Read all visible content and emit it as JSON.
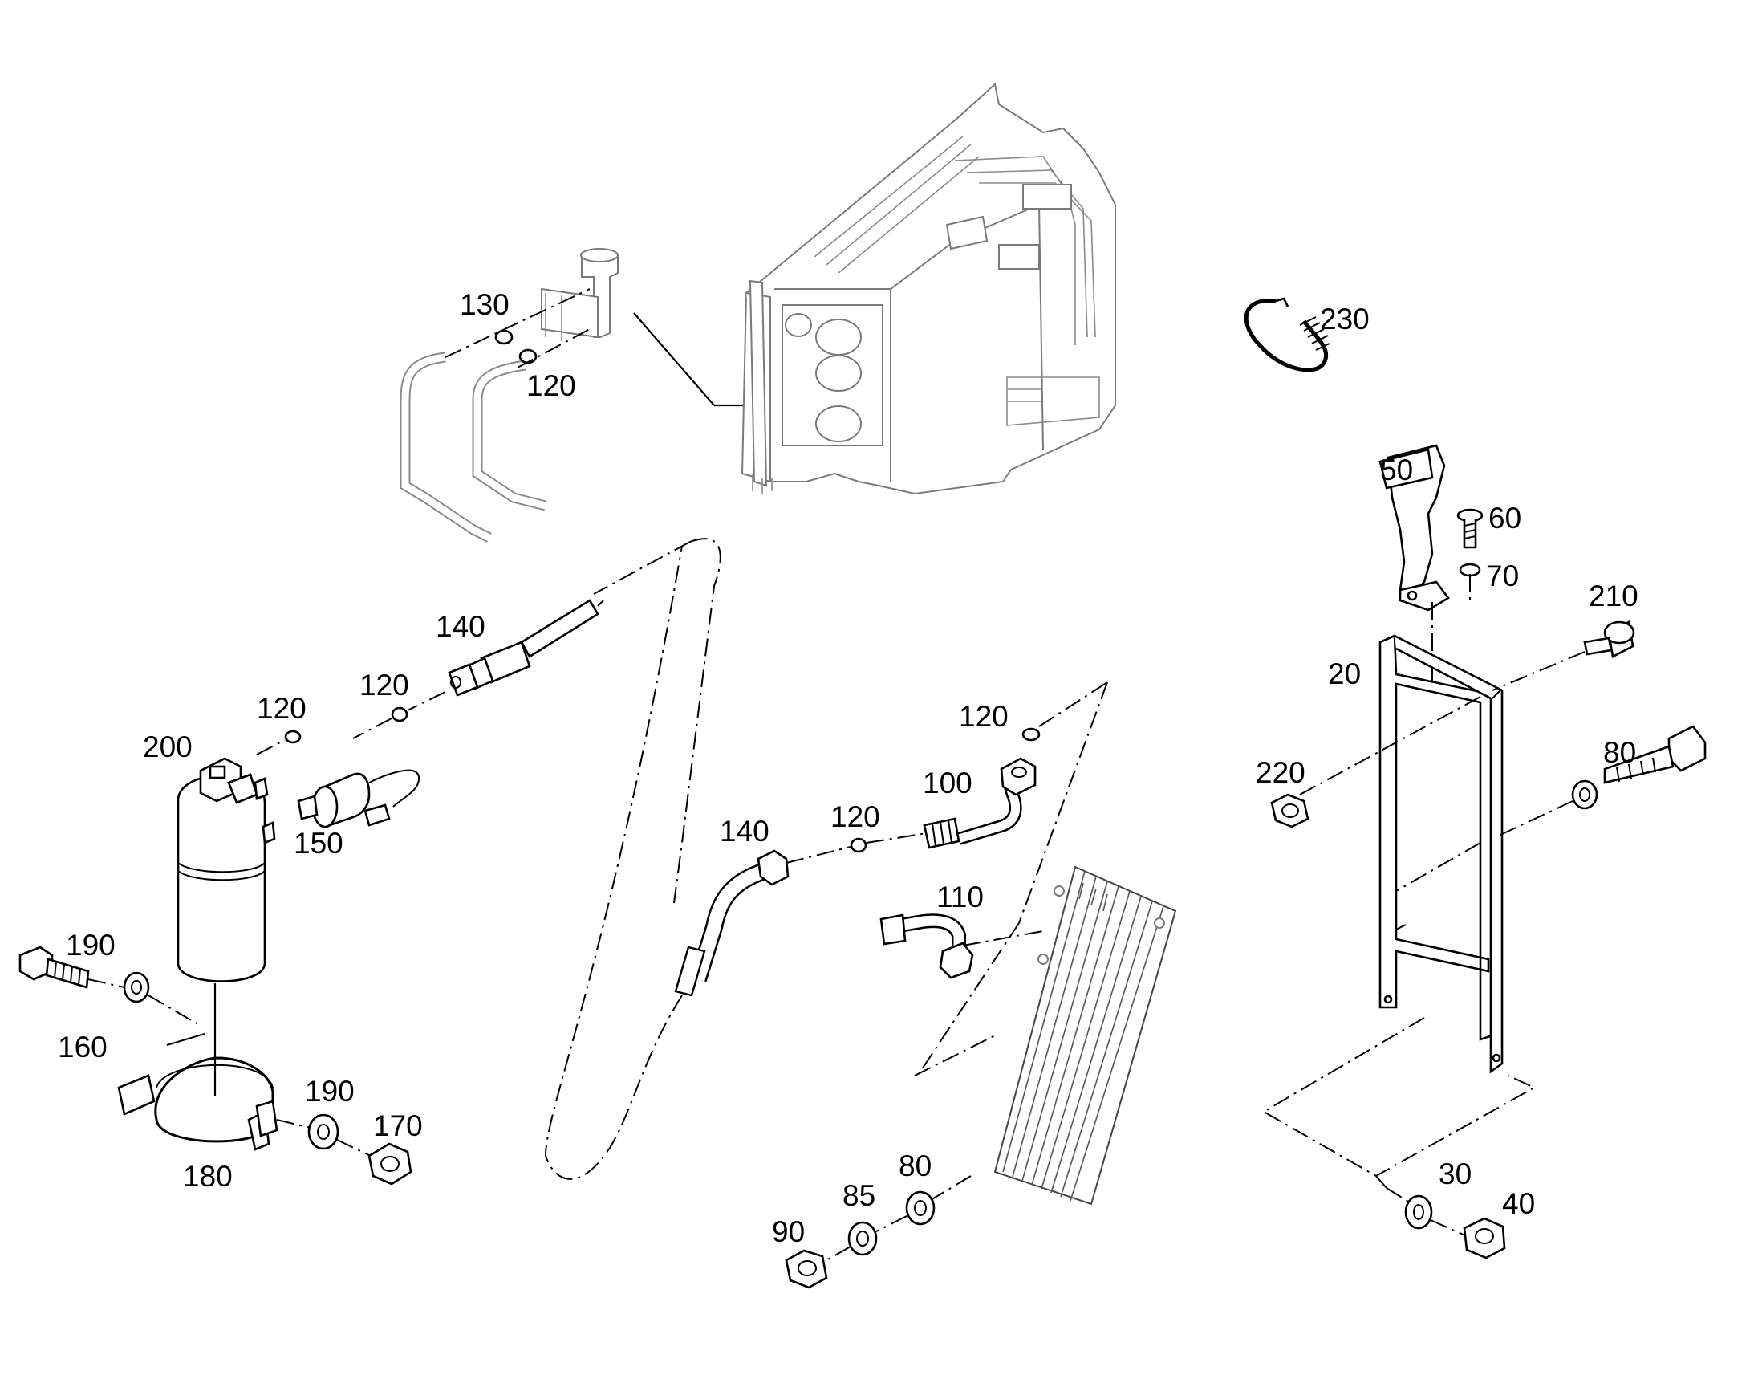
{
  "diagram": {
    "callouts": {
      "c230": "230",
      "c130": "130",
      "c120_top": "120",
      "c50": "50",
      "c60": "60",
      "c70": "70",
      "c210": "210",
      "c20": "20",
      "c140_left": "140",
      "c120_a": "120",
      "c120_b": "120",
      "c200": "200",
      "c150": "150",
      "c120_mid": "120",
      "c100": "100",
      "c140_mid": "140",
      "c120_c": "120",
      "c110": "110",
      "c220": "220",
      "c80_right": "80",
      "c190_top": "190",
      "c160": "160",
      "c190_bot": "190",
      "c170": "170",
      "c180": "180",
      "c80_bot": "80",
      "c85": "85",
      "c90": "90",
      "c30": "30",
      "c40": "40"
    }
  }
}
